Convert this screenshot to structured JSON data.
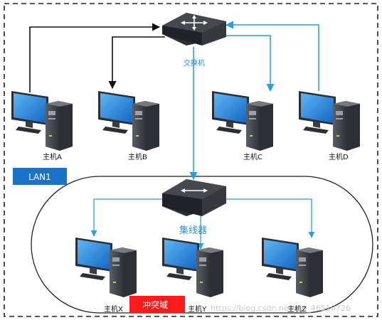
{
  "switch": {
    "label": "交换机"
  },
  "hub": {
    "label": "集线器"
  },
  "lan_badge": {
    "text": "LAN1",
    "color": "#1a73c8"
  },
  "collision_badge": {
    "text": "冲突域",
    "color": "#ff1a1a"
  },
  "hosts_top": [
    {
      "label": "主机A"
    },
    {
      "label": "主机B"
    },
    {
      "label": "主机C"
    },
    {
      "label": "主机D"
    }
  ],
  "hosts_bottom": [
    {
      "label": "主机X"
    },
    {
      "label": "主机Y"
    },
    {
      "label": "主机Z"
    }
  ],
  "watermark": "https://blog.csdn.net/m0_46510726",
  "colors": {
    "arrow_black": "#111111",
    "arrow_blue": "#2a9fe0",
    "screen": "#1e88e5"
  }
}
